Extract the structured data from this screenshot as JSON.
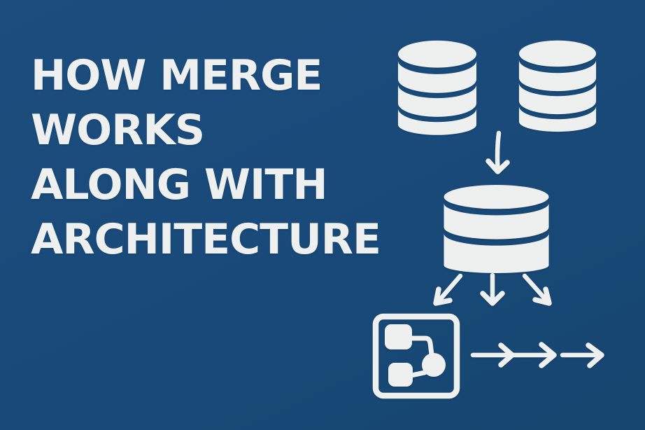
{
  "colors": {
    "background": "#194a7a",
    "foreground": "#edf0ee"
  },
  "title": {
    "lines": [
      "HOW MERGE",
      "WORKS",
      "ALONG WITH",
      "ARCHITECTURE"
    ]
  },
  "diagram": {
    "source_database_left_icon": "database-icon",
    "source_database_right_icon": "database-icon",
    "merge_arrow_icon": "arrow-down-icon",
    "merged_database_icon": "database-icon",
    "fanout_arrows_icon": "three-arrows-fanout-icon",
    "workflow_box_icon": "flowchart-icon",
    "pipeline_icon": "chained-right-arrows-icon"
  }
}
